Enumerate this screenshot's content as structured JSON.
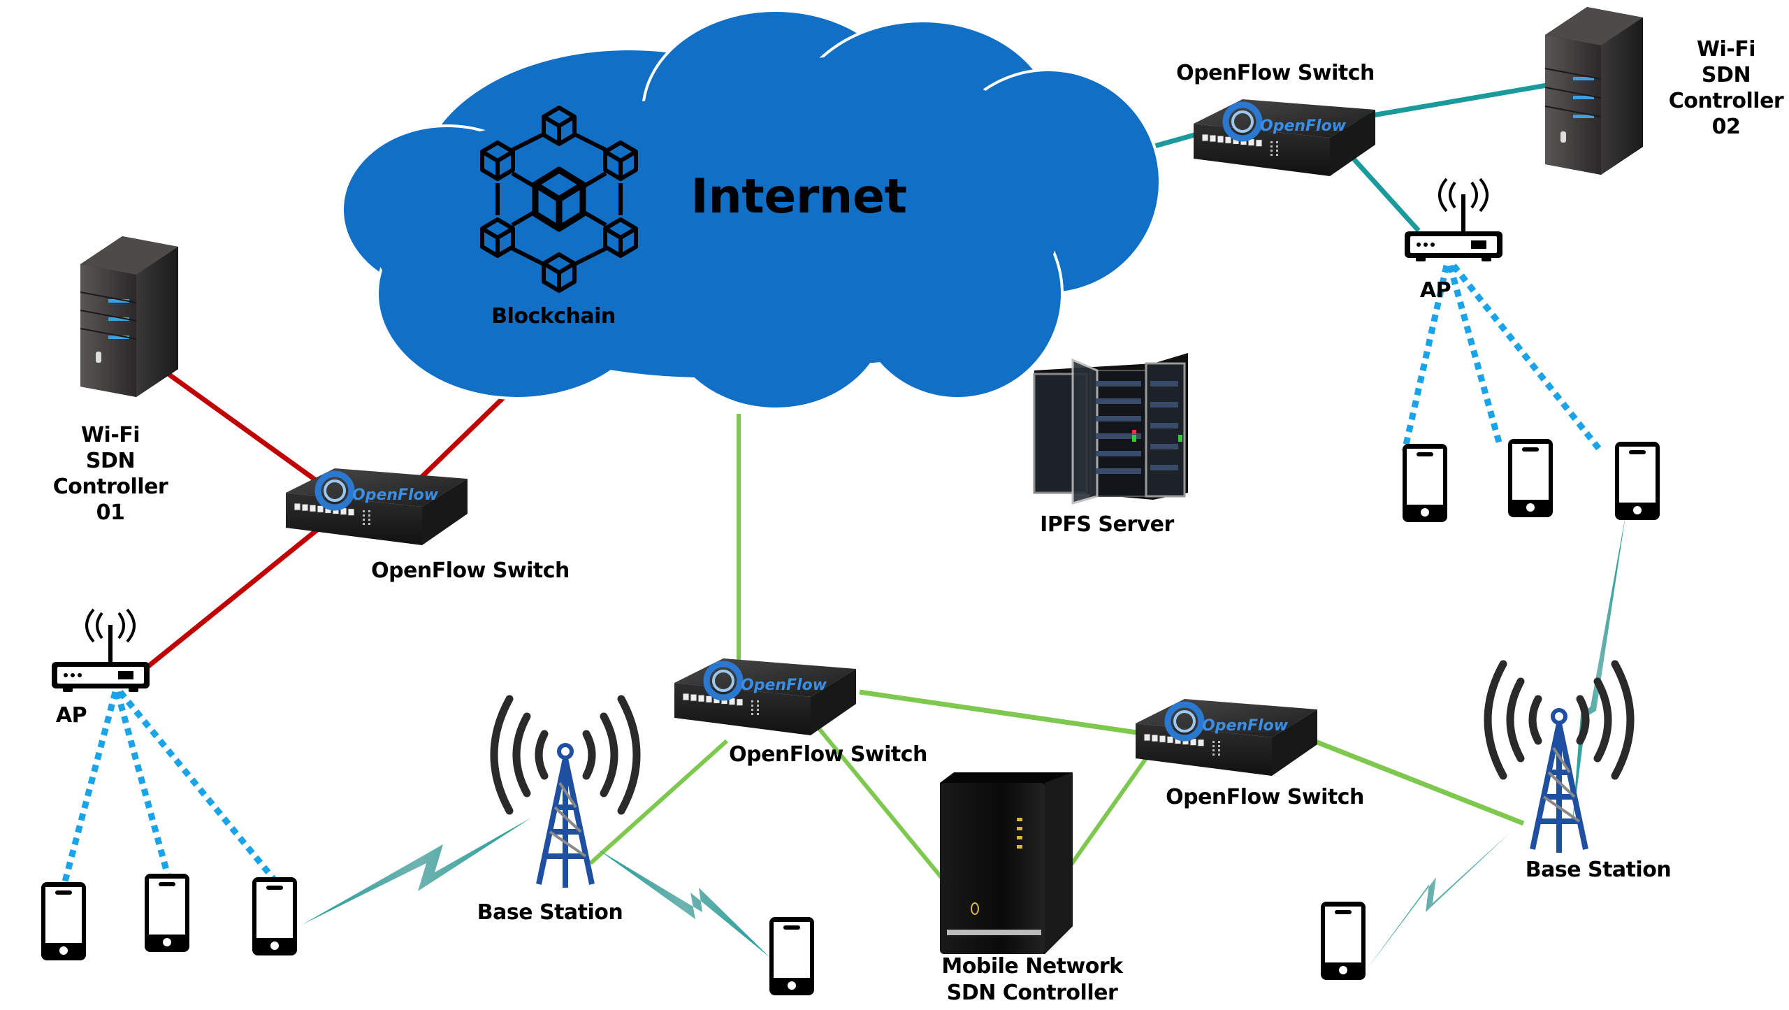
{
  "diagram": {
    "cloud": {
      "label": "Internet",
      "color": "#126fc6"
    },
    "blockchain": {
      "label": "Blockchain"
    },
    "ipfs": {
      "label": "IPFS Server"
    },
    "controllers": {
      "wifi_01": {
        "lines": [
          "Wi-Fi",
          "SDN",
          "Controller",
          "01"
        ]
      },
      "wifi_02": {
        "lines": [
          "Wi-Fi",
          "SDN",
          "Controller",
          "02"
        ]
      },
      "mobile": {
        "lines": [
          "Mobile Network",
          "SDN Controller"
        ]
      }
    },
    "switches": [
      {
        "id": "sw-top-right",
        "label": "OpenFlow Switch",
        "brand": "OpenFlow"
      },
      {
        "id": "sw-left",
        "label": "OpenFlow Switch",
        "brand": "OpenFlow"
      },
      {
        "id": "sw-center",
        "label": "OpenFlow Switch",
        "brand": "OpenFlow"
      },
      {
        "id": "sw-right-mid",
        "label": "OpenFlow Switch",
        "brand": "OpenFlow"
      }
    ],
    "access_points": [
      {
        "id": "ap-left",
        "label": "AP"
      },
      {
        "id": "ap-right",
        "label": "AP"
      }
    ],
    "base_stations": [
      {
        "id": "bs-left",
        "label": "Base Station"
      },
      {
        "id": "bs-right",
        "label": "Base Station"
      }
    ],
    "link_colors": {
      "wifi_01_domain": "#c00000",
      "wifi_02_domain": "#1a9a9a",
      "mobile_domain": "#7ec850",
      "ipfs_link": "#6a0a6a",
      "wifi_wireless": "#1aa3e8",
      "cellular_wireless": "#2aa39a"
    }
  }
}
